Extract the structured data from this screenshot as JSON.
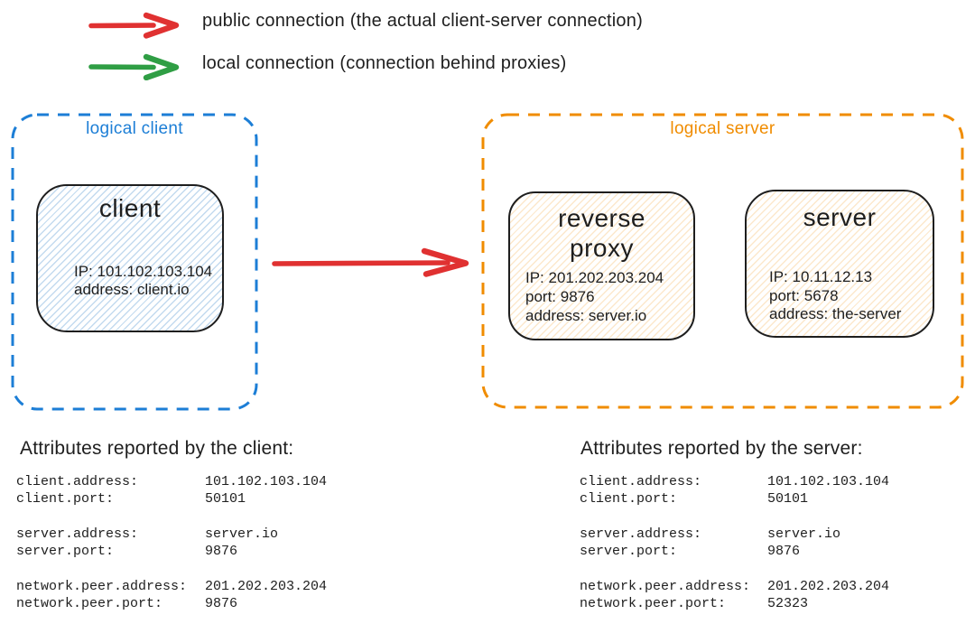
{
  "colors": {
    "red": "#e03131",
    "green": "#2f9e44",
    "blue": "#1c7ed6",
    "orange": "#f08c00",
    "ink": "#1e1e1e"
  },
  "legend": {
    "items": [
      {
        "label": "public connection (the actual client-server connection)"
      },
      {
        "label": "local connection (connection behind proxies)"
      }
    ]
  },
  "diagram": {
    "logical_client": {
      "label": "logical client",
      "client_node": {
        "title": "client",
        "lines": [
          "IP: 101.102.103.104",
          "address: client.io"
        ]
      }
    },
    "logical_server": {
      "label": "logical server",
      "reverse_proxy_node": {
        "title": "reverse proxy",
        "lines": [
          "IP: 201.202.203.204",
          "port: 9876",
          "address: server.io"
        ]
      },
      "server_node": {
        "title": "server",
        "lines": [
          "IP: 10.11.12.13",
          "port: 5678",
          "address: the-server"
        ]
      }
    }
  },
  "client_report": {
    "heading": "Attributes reported by the client:",
    "groups": [
      [
        {
          "label": "client.address:",
          "value": "101.102.103.104"
        },
        {
          "label": "client.port:",
          "value": "50101"
        }
      ],
      [
        {
          "label": "server.address:",
          "value": "server.io"
        },
        {
          "label": "server.port:",
          "value": "9876"
        }
      ],
      [
        {
          "label": "network.peer.address:",
          "value": "201.202.203.204"
        },
        {
          "label": "network.peer.port:",
          "value": "9876"
        }
      ]
    ]
  },
  "server_report": {
    "heading": "Attributes reported by the server:",
    "groups": [
      [
        {
          "label": "client.address:",
          "value": "101.102.103.104"
        },
        {
          "label": "client.port:",
          "value": "50101"
        }
      ],
      [
        {
          "label": "server.address:",
          "value": "server.io"
        },
        {
          "label": "server.port:",
          "value": "9876"
        }
      ],
      [
        {
          "label": "network.peer.address:",
          "value": "201.202.203.204"
        },
        {
          "label": "network.peer.port:",
          "value": "52323"
        }
      ]
    ]
  }
}
